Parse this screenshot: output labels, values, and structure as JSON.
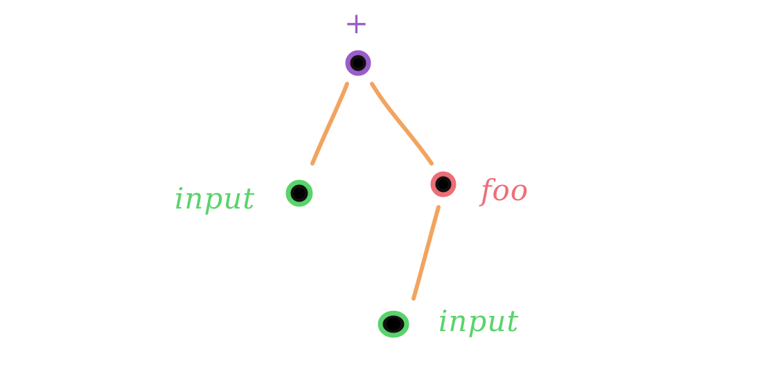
{
  "colors": {
    "plus": "#9b5dc7",
    "input": "#59d36b",
    "foo": "#ec6f78",
    "edge": "#f2a45f",
    "node_core": "#000000"
  },
  "labels": {
    "root_op": "+",
    "left_input": "input",
    "foo": "foo",
    "bottom_input": "input"
  },
  "icons": {
    "root_node": "dot-node-icon",
    "left_input_node": "dot-node-icon",
    "foo_node": "dot-node-icon",
    "bottom_input_node": "dot-node-icon"
  }
}
